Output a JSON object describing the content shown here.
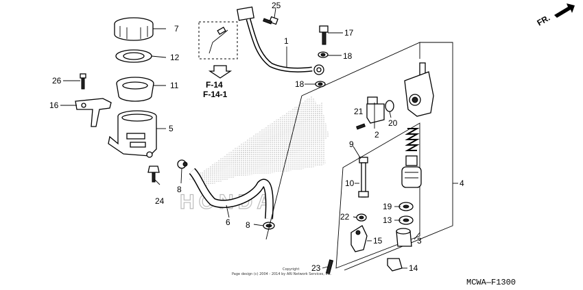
{
  "diagram": {
    "code": "MCWA—F1300",
    "direction": "FR.",
    "ref_pages": [
      "F-14",
      "F-14-1"
    ],
    "watermark": "HONDA",
    "copyright_line1": "Copyright",
    "copyright_line2": "Page design (c) 2004 - 2014 by ARI Network Services, Inc.",
    "callouts": {
      "c1": "1",
      "c2": "2",
      "c3": "3",
      "c4": "4",
      "c5": "5",
      "c6": "6",
      "c7": "7",
      "c8a": "8",
      "c8b": "8",
      "c9": "9",
      "c10": "10",
      "c11": "11",
      "c12": "12",
      "c13": "13",
      "c14": "14",
      "c15": "15",
      "c16": "16",
      "c17": "17",
      "c18a": "18",
      "c18b": "18",
      "c19": "19",
      "c20": "20",
      "c21": "21",
      "c22": "22",
      "c23": "23",
      "c24": "24",
      "c25": "25",
      "c26": "26"
    }
  }
}
